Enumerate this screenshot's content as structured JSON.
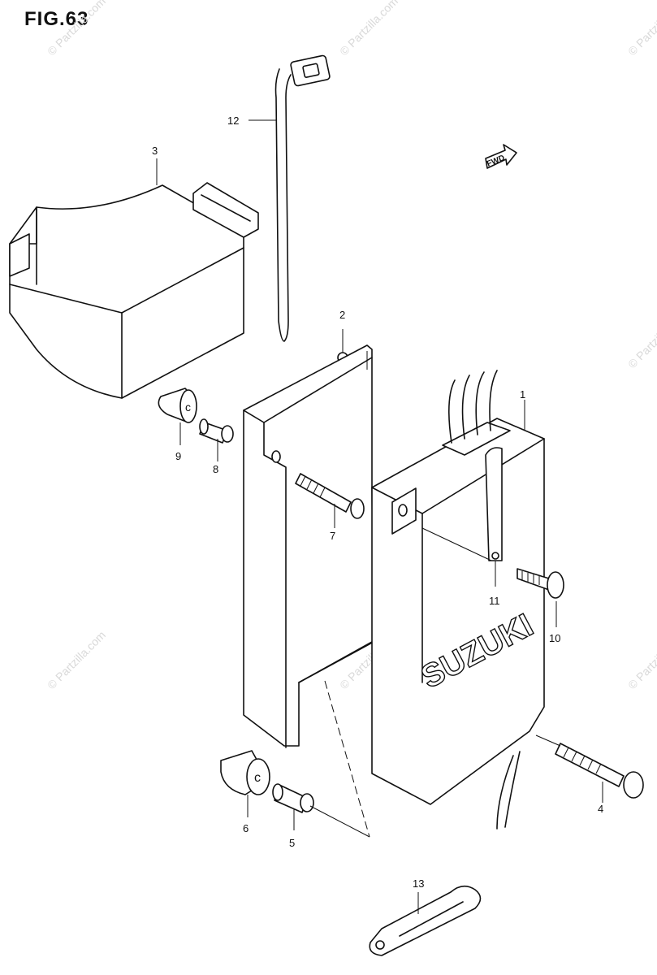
{
  "figure": {
    "title": "FIG.63"
  },
  "brand_text": "SUZUKI",
  "fwd_label": "FWD",
  "watermark": "© Partzilla.com",
  "callouts": {
    "c1": "1",
    "c2": "2",
    "c3": "3",
    "c4": "4",
    "c5": "5",
    "c6": "6",
    "c7": "7",
    "c8": "8",
    "c9": "9",
    "c10": "10",
    "c11": "11",
    "c12": "12",
    "c13": "13"
  }
}
